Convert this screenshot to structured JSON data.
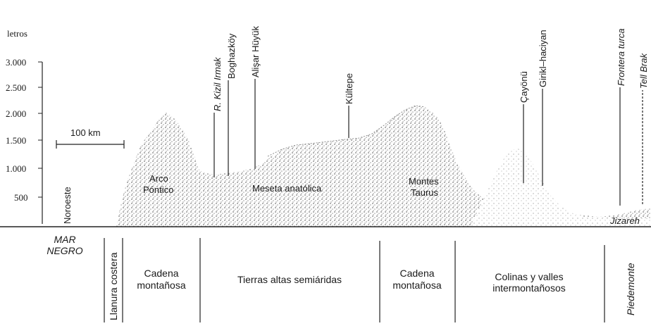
{
  "y_axis": {
    "unit_label": "letros",
    "ticks": [
      "3.000",
      "2.500",
      "2.000",
      "1.500",
      "1.000",
      "500"
    ]
  },
  "scale_bar": {
    "label": "100 km"
  },
  "direction": {
    "label": "Noroeste"
  },
  "sites": {
    "kizil_irmak": "R. Kizil Irmak",
    "boghazkoy": "Boghazköy",
    "alisar": "Alişar Hüyük",
    "kultepe": "Kültepe",
    "cayonu": "Çayönü",
    "girikihaciyan": "Girikl–haciyan",
    "frontera": "Frontera turca",
    "tell_brak": "Tell Brak"
  },
  "regions": {
    "arco_1": "Arco",
    "arco_2": "Póntico",
    "meseta": "Meseta anatólica",
    "montes_1": "Montes",
    "montes_2": "Taurus",
    "jizareh": "Jizareh"
  },
  "sea": {
    "line1": "MAR",
    "line2": "NEGRO"
  },
  "zones": {
    "llanura": "Llanura costera",
    "cadena1_l1": "Cadena",
    "cadena1_l2": "montañosa",
    "tierras": "Tierras altas semiáridas",
    "cadena2_l1": "Cadena",
    "cadena2_l2": "montañosa",
    "colinas_l1": "Colinas y valles",
    "colinas_l2": "intermontañosos",
    "piedemonte": "Piedemonte"
  }
}
